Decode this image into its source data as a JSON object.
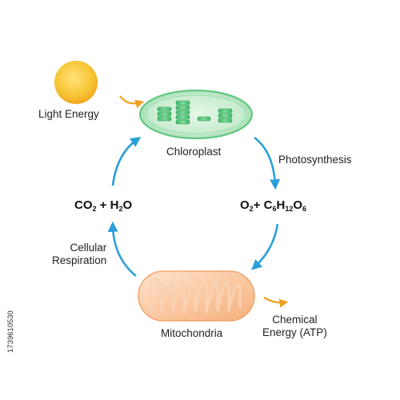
{
  "labels": {
    "light_energy": "Light Energy",
    "chloroplast": "Chloroplast",
    "photosynthesis": "Photosynthesis",
    "cellular_line1": "Cellular",
    "cellular_line2": "Respiration",
    "mitochondria": "Mitochondria",
    "chemical_line1": "Chemical",
    "chemical_line2": "Energy (ATP)"
  },
  "left_formula": {
    "a": "CO",
    "a_sub": "2",
    "op": " + ",
    "b": "H",
    "b_sub": "2",
    "b_tail": "O"
  },
  "right_formula": {
    "a": "O",
    "a_sub": "2",
    "op": "+ ",
    "b1": "C",
    "b1_sub": "6",
    "b2": "H",
    "b2_sub": "12",
    "b3": "O",
    "b3_sub": "6"
  },
  "stock_id": "1739610530",
  "colors": {
    "cycle_arrow": "#2a9fd8",
    "energy_arrow": "#f0a020",
    "sun": "#f7c533",
    "chloroplast": "#6fcf8f",
    "mitochondria": "#f6b98a"
  }
}
